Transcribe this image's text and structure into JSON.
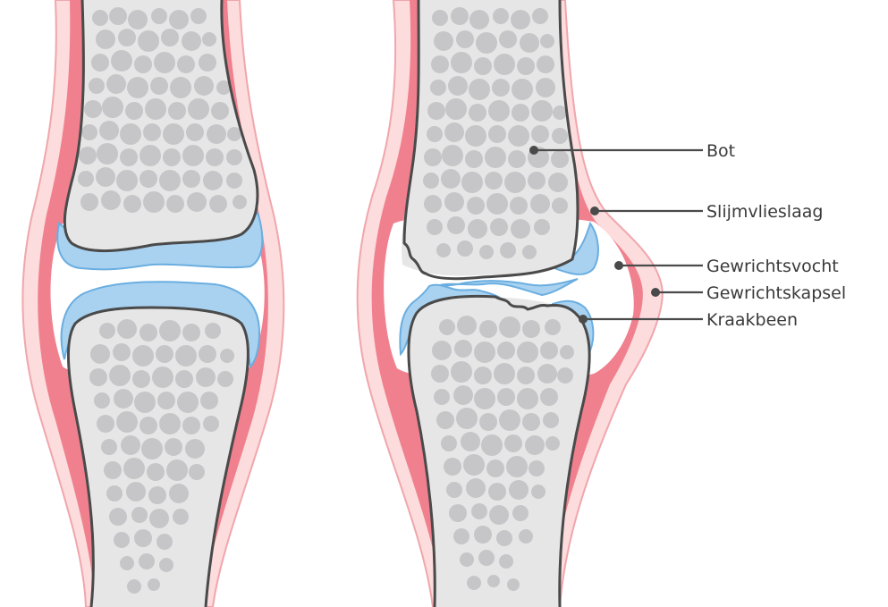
{
  "labels": {
    "bone": "Bot",
    "synovial_membrane": "Slijmvlieslaag",
    "synovial_fluid": "Gewrichtsvocht",
    "joint_capsule": "Gewrichtskapsel",
    "cartilage": "Kraakbeen"
  },
  "colors": {
    "capsule_outer": "#fcdcdc",
    "capsule_outline": "#f0a6ad",
    "synovium": "#f0808e",
    "cartilage": "#a9d2f0",
    "cartilage_outline": "#6aaee0",
    "bone": "#e6e6e7",
    "bone_outline": "#4a4a4a",
    "trabecula": "#c6c6c8",
    "leader": "#4a4a4a"
  }
}
